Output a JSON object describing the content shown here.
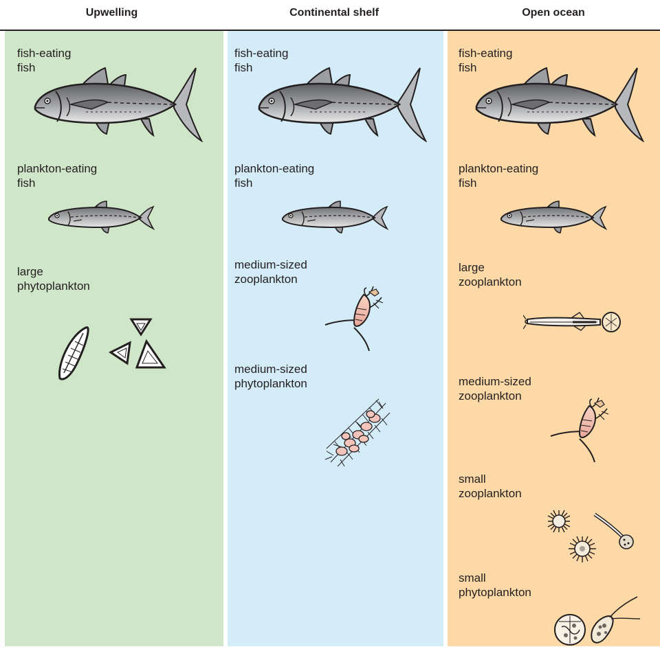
{
  "columns": [
    {
      "title": "Upwelling",
      "color": "#d0e6c9",
      "levels": [
        {
          "label": "fish-eating\nfish",
          "icon": "tuna-icon"
        },
        {
          "label": "plankton-eating\nfish",
          "icon": "sardine-icon"
        },
        {
          "label": "large\nphytoplankton",
          "icon": "diatom-icon"
        }
      ]
    },
    {
      "title": "Continental shelf",
      "color": "#d4ebf8",
      "levels": [
        {
          "label": "fish-eating\nfish",
          "icon": "tuna-icon"
        },
        {
          "label": "plankton-eating\nfish",
          "icon": "sardine-icon"
        },
        {
          "label": "medium-sized\nzooplankton",
          "icon": "copepod-icon"
        },
        {
          "label": "medium-sized\nphytoplankton",
          "icon": "phytoplankton-chain-icon"
        }
      ]
    },
    {
      "title": "Open ocean",
      "color": "#fcd9a6",
      "levels": [
        {
          "label": "fish-eating\nfish",
          "icon": "tuna-icon"
        },
        {
          "label": "plankton-eating\nfish",
          "icon": "sardine-icon"
        },
        {
          "label": "large\nzooplankton",
          "icon": "arrow-worm-icon"
        },
        {
          "label": "medium-sized\nzooplankton",
          "icon": "copepod-icon"
        },
        {
          "label": "small\nzooplankton",
          "icon": "protozoa-icon"
        },
        {
          "label": "small\nphytoplankton",
          "icon": "flagellate-icon"
        }
      ]
    }
  ]
}
